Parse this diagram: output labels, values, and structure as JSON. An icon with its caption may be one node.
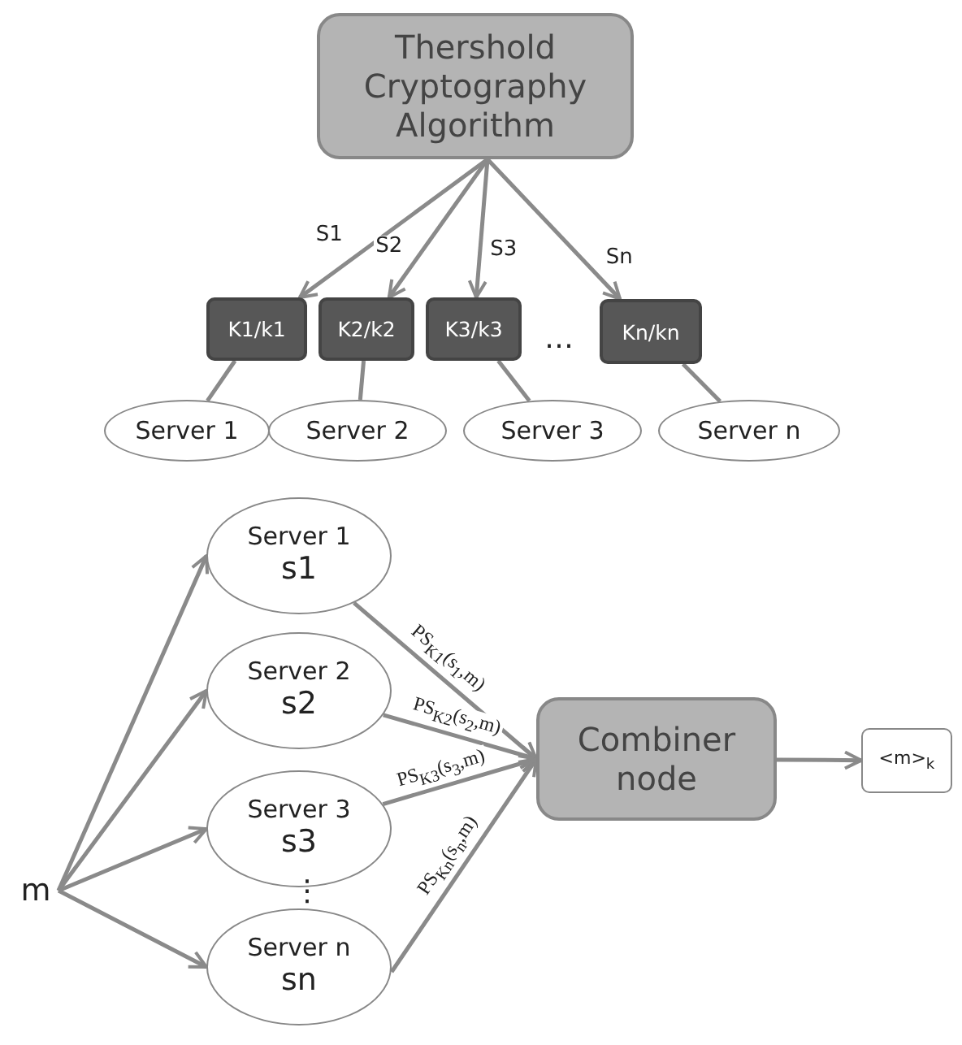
{
  "diagram": {
    "nodes": [
      {
        "text": [
          "Thershold Cryptography Algorithm"
        ]
      },
      {
        "text": [
          "K1/k1"
        ]
      },
      {
        "text": [
          "K2/k2"
        ]
      },
      {
        "text": [
          "K3/k3"
        ]
      },
      {
        "text": [
          "Kn/kn"
        ]
      },
      {
        "text": [
          "Server 1"
        ]
      },
      {
        "text": [
          "Server 2"
        ]
      },
      {
        "text": [
          "Server 3"
        ]
      },
      {
        "text": [
          "Server n"
        ]
      },
      {
        "text": [
          "m"
        ]
      },
      {
        "text": [
          "Server 1",
          "s1"
        ]
      },
      {
        "text": [
          "Server 2",
          "s2"
        ]
      },
      {
        "text": [
          "Server 3",
          "s3"
        ]
      },
      {
        "text": [
          "Server n",
          "sn"
        ]
      },
      {
        "text": [
          "Combiner node"
        ]
      },
      {
        "text": [
          "<m>$_{k}$"
        ]
      }
    ],
    "edges": [
      {
        "from": 0,
        "to": 1,
        "arrow": "to",
        "label": "S1"
      },
      {
        "from": 0,
        "to": 2,
        "arrow": "to",
        "label": "S2"
      },
      {
        "from": 0,
        "to": 3,
        "arrow": "to",
        "label": "S3"
      },
      {
        "from": 0,
        "to": 4,
        "arrow": "to",
        "label": "Sn"
      },
      {
        "from": 1,
        "to": 5,
        "arrow": "none"
      },
      {
        "from": 2,
        "to": 6,
        "arrow": "none"
      },
      {
        "from": 3,
        "to": 7,
        "arrow": "none"
      },
      {
        "from": 4,
        "to": 8,
        "arrow": "none"
      },
      {
        "from": 9,
        "to": 10,
        "arrow": "to"
      },
      {
        "from": 9,
        "to": 11,
        "arrow": "to"
      },
      {
        "from": 9,
        "to": 12,
        "arrow": "to"
      },
      {
        "from": 9,
        "to": 13,
        "arrow": "to"
      },
      {
        "from": 10,
        "to": 14,
        "arrow": "to",
        "label": "PS$_{K1}$(s$_{1}$,m)"
      },
      {
        "from": 11,
        "to": 14,
        "arrow": "to",
        "label": "PS$_{K2}$(s$_{2}$,m)"
      },
      {
        "from": 12,
        "to": 14,
        "arrow": "to",
        "label": "PS$_{K3}$(s$_{3}$,m)"
      },
      {
        "from": 13,
        "to": 14,
        "arrow": "to",
        "label": "PS$_{Kn}$(s$_{n}$,m)"
      },
      {
        "from": 14,
        "to": 15,
        "arrow": "to"
      }
    ],
    "labels": [
      "…",
      "⋮"
    ]
  }
}
